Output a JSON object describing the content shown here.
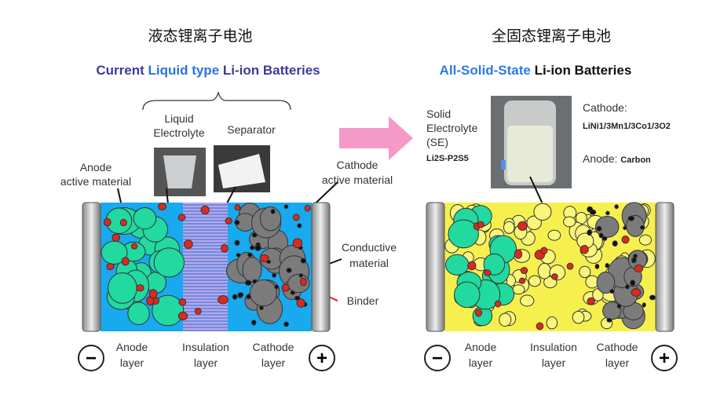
{
  "left": {
    "title_cn": "液态锂离子电池",
    "title_en_1": "Current ",
    "title_en_2": "Liquid type",
    "title_en_3": " Li-ion Batteries",
    "liquid_label_1": "Liquid",
    "liquid_label_2": "Electrolyte",
    "separator_label": "Separator",
    "anode_label_1": "Anode",
    "anode_label_2": "active material",
    "cathode_label_1": "Cathode",
    "cathode_label_2": "active material",
    "conductive_1": "Conductive",
    "conductive_2": "material",
    "binder": "Binder",
    "layers": [
      {
        "l1": "Anode",
        "l2": "layer"
      },
      {
        "l1": "Insulation",
        "l2": "layer"
      },
      {
        "l1": "Cathode",
        "l2": "layer"
      }
    ]
  },
  "right": {
    "title_cn": "全固态锂离子电池",
    "title_en_1": "All-Solid-State",
    "title_en_2": " Li-ion Batteries",
    "se_1": "Solid",
    "se_2": "Electrolyte",
    "se_3": "(SE)",
    "se_formula": "Li2S-P2S5",
    "cathode_label": "Cathode:",
    "cathode_formula": "LiNi1/3Mn1/3Co1/3O2",
    "anode_label": "Anode:",
    "anode_value": "Carbon",
    "layers": [
      {
        "l1": "Anode",
        "l2": "layer"
      },
      {
        "l1": "Insulation",
        "l2": "layer"
      },
      {
        "l1": "Cathode",
        "l2": "layer"
      }
    ]
  },
  "symbols": {
    "minus": "−",
    "plus": "+"
  },
  "colors": {
    "electrolyte": "#19a9ee",
    "anode_particle": "#22d9a0",
    "cathode_particle": "#7b7b7b",
    "solid_electrolyte": "#f6f04e",
    "arrow": "#f59ac8",
    "title_blue": "#2a72e0",
    "title_navy": "#3b3c9c"
  }
}
